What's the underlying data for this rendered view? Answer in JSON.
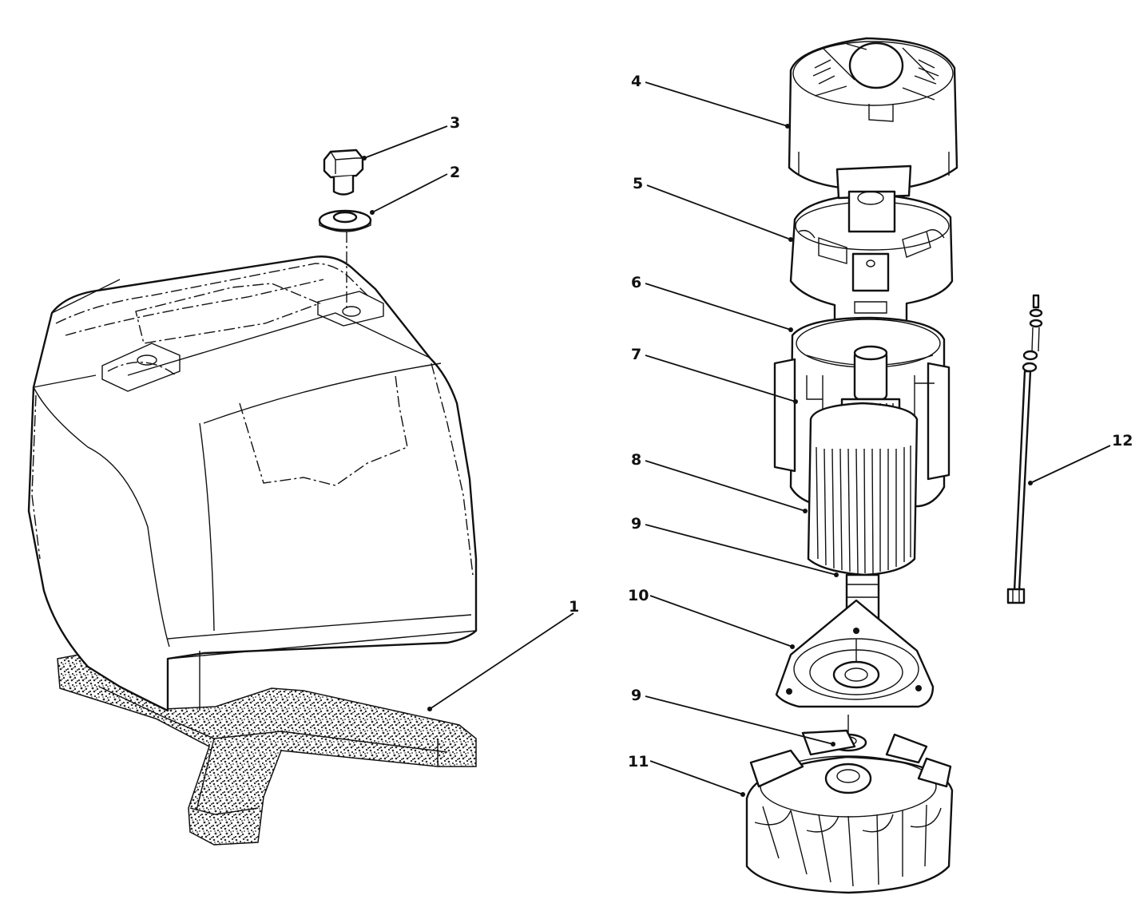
{
  "callouts": [
    "1",
    "2",
    "3",
    "4",
    "5",
    "6",
    "7",
    "8",
    "9",
    "10",
    "9",
    "11",
    "12"
  ],
  "parts": {
    "base": "1",
    "washer": "2",
    "plug": "3",
    "end_cap": "4",
    "brush_holder": "5",
    "housing": "6",
    "field_coil": "7",
    "armature": "8",
    "bearing_upper": "9",
    "end_bell": "10",
    "bearing_lower": "9",
    "fan": "11",
    "through_bolt": "12"
  }
}
